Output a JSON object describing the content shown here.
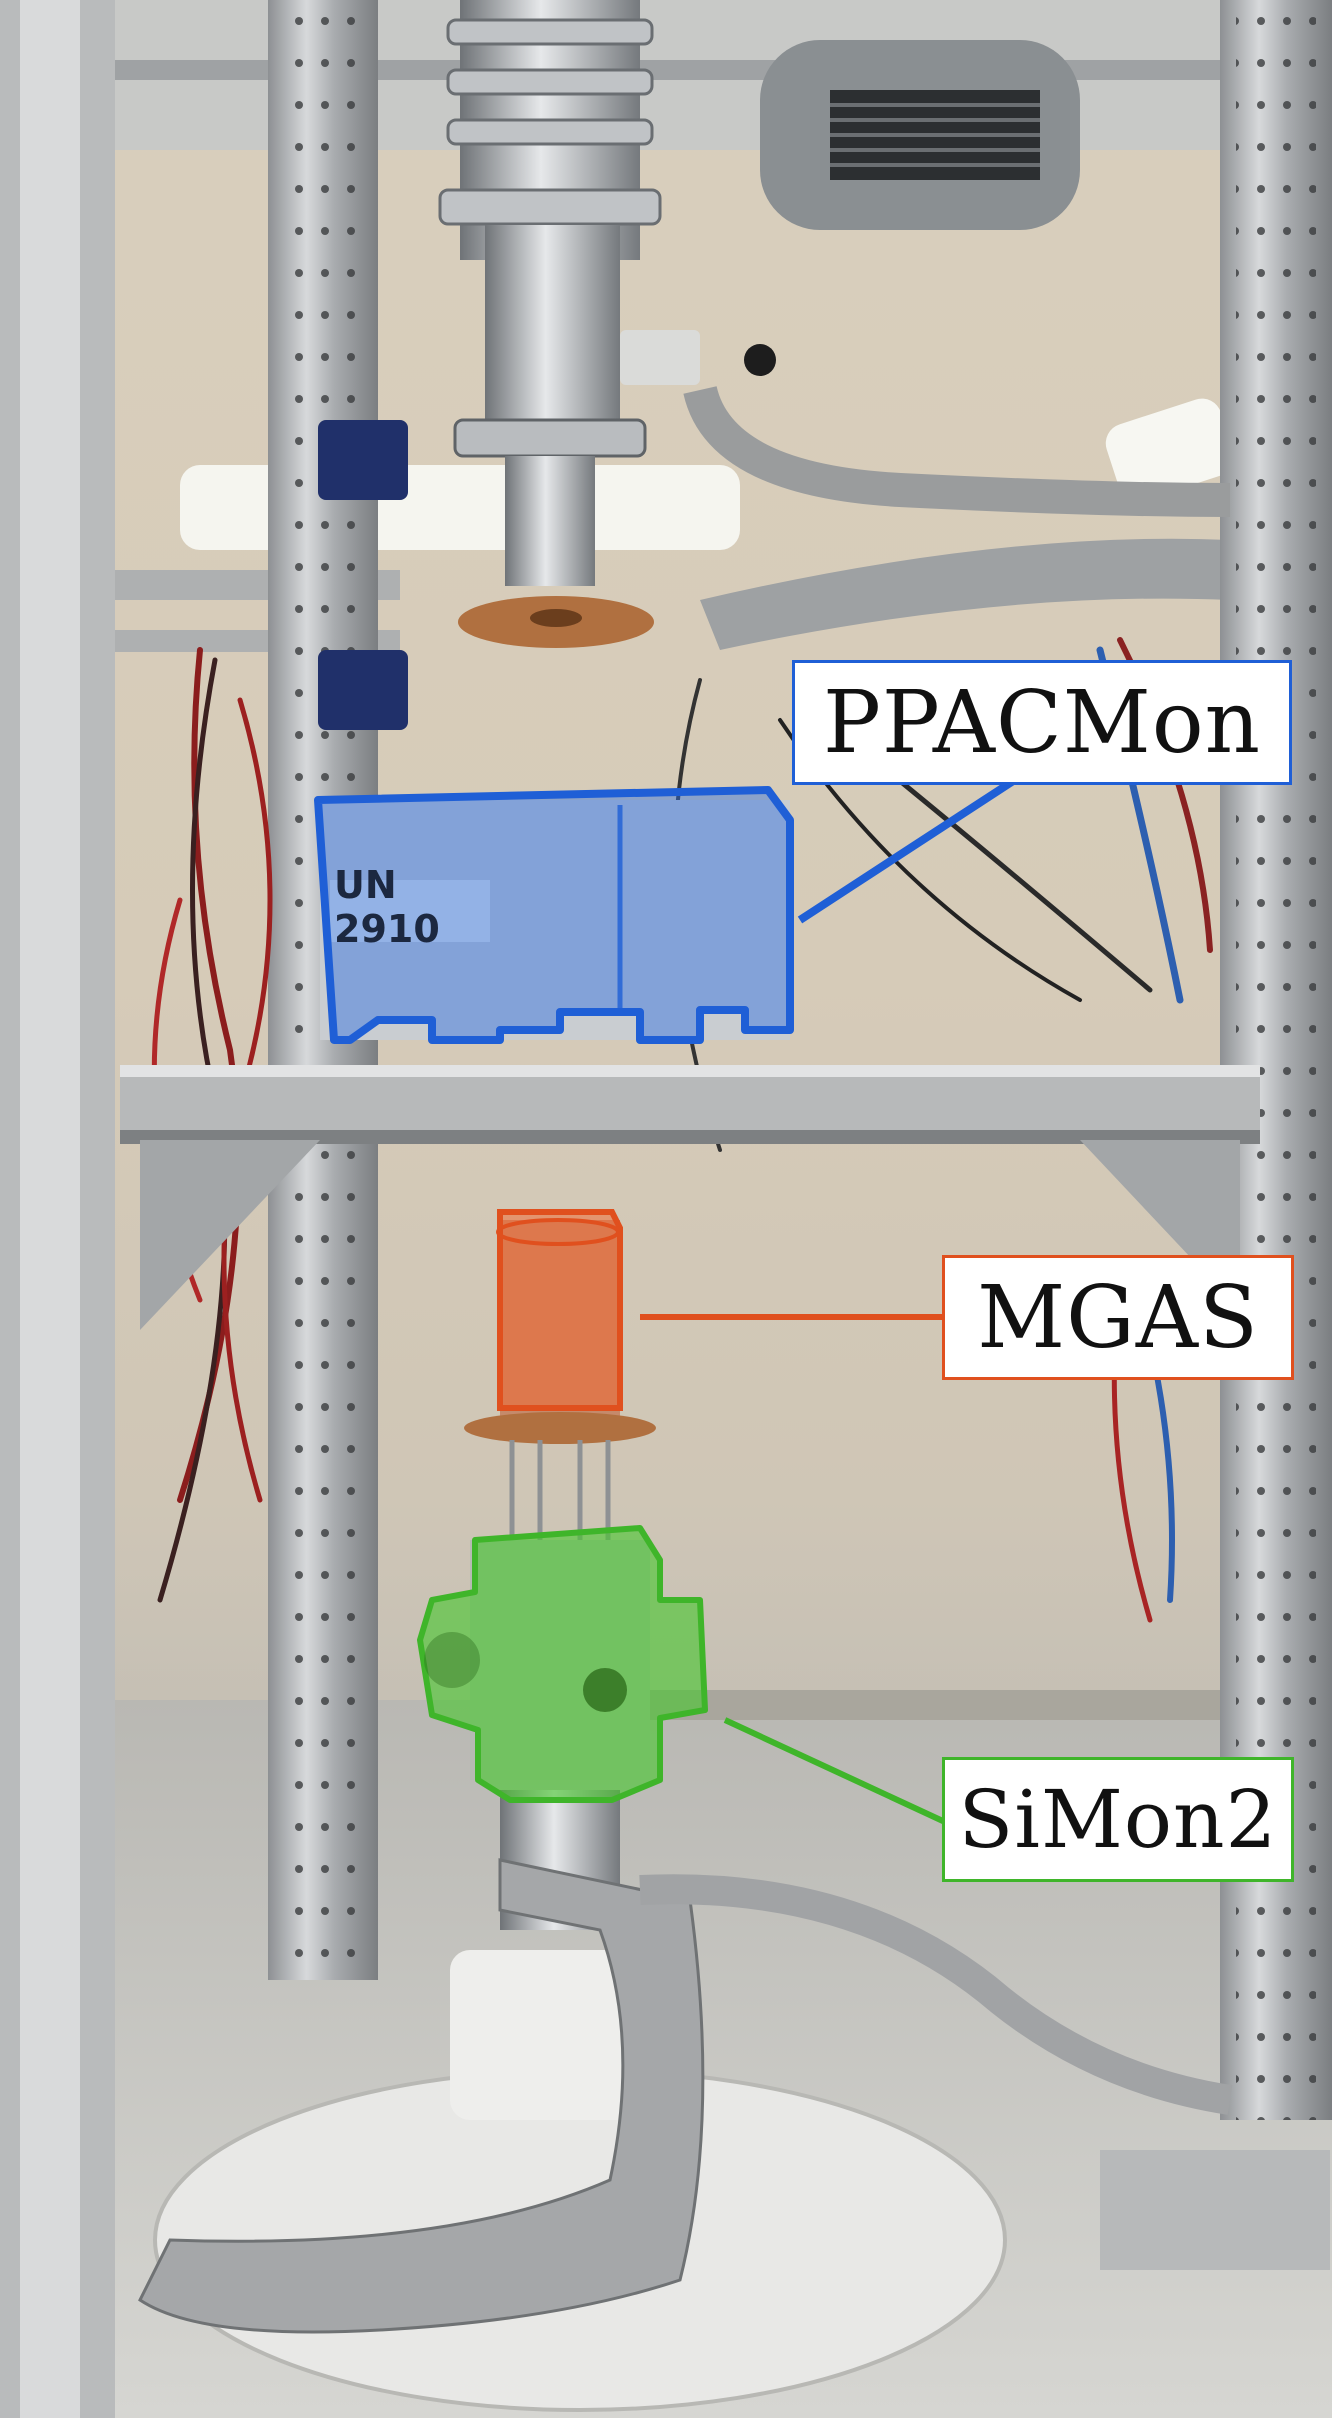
{
  "annotations": [
    {
      "id": "ppacmon",
      "label": "PPACMon",
      "color": "#1f5fd6"
    },
    {
      "id": "mgas",
      "label": "MGAS",
      "color": "#e0501e"
    },
    {
      "id": "simon2",
      "label": "SiMon2",
      "color": "#3fb52a"
    }
  ],
  "equipment": {
    "chamber_marking": "UN 2910"
  }
}
